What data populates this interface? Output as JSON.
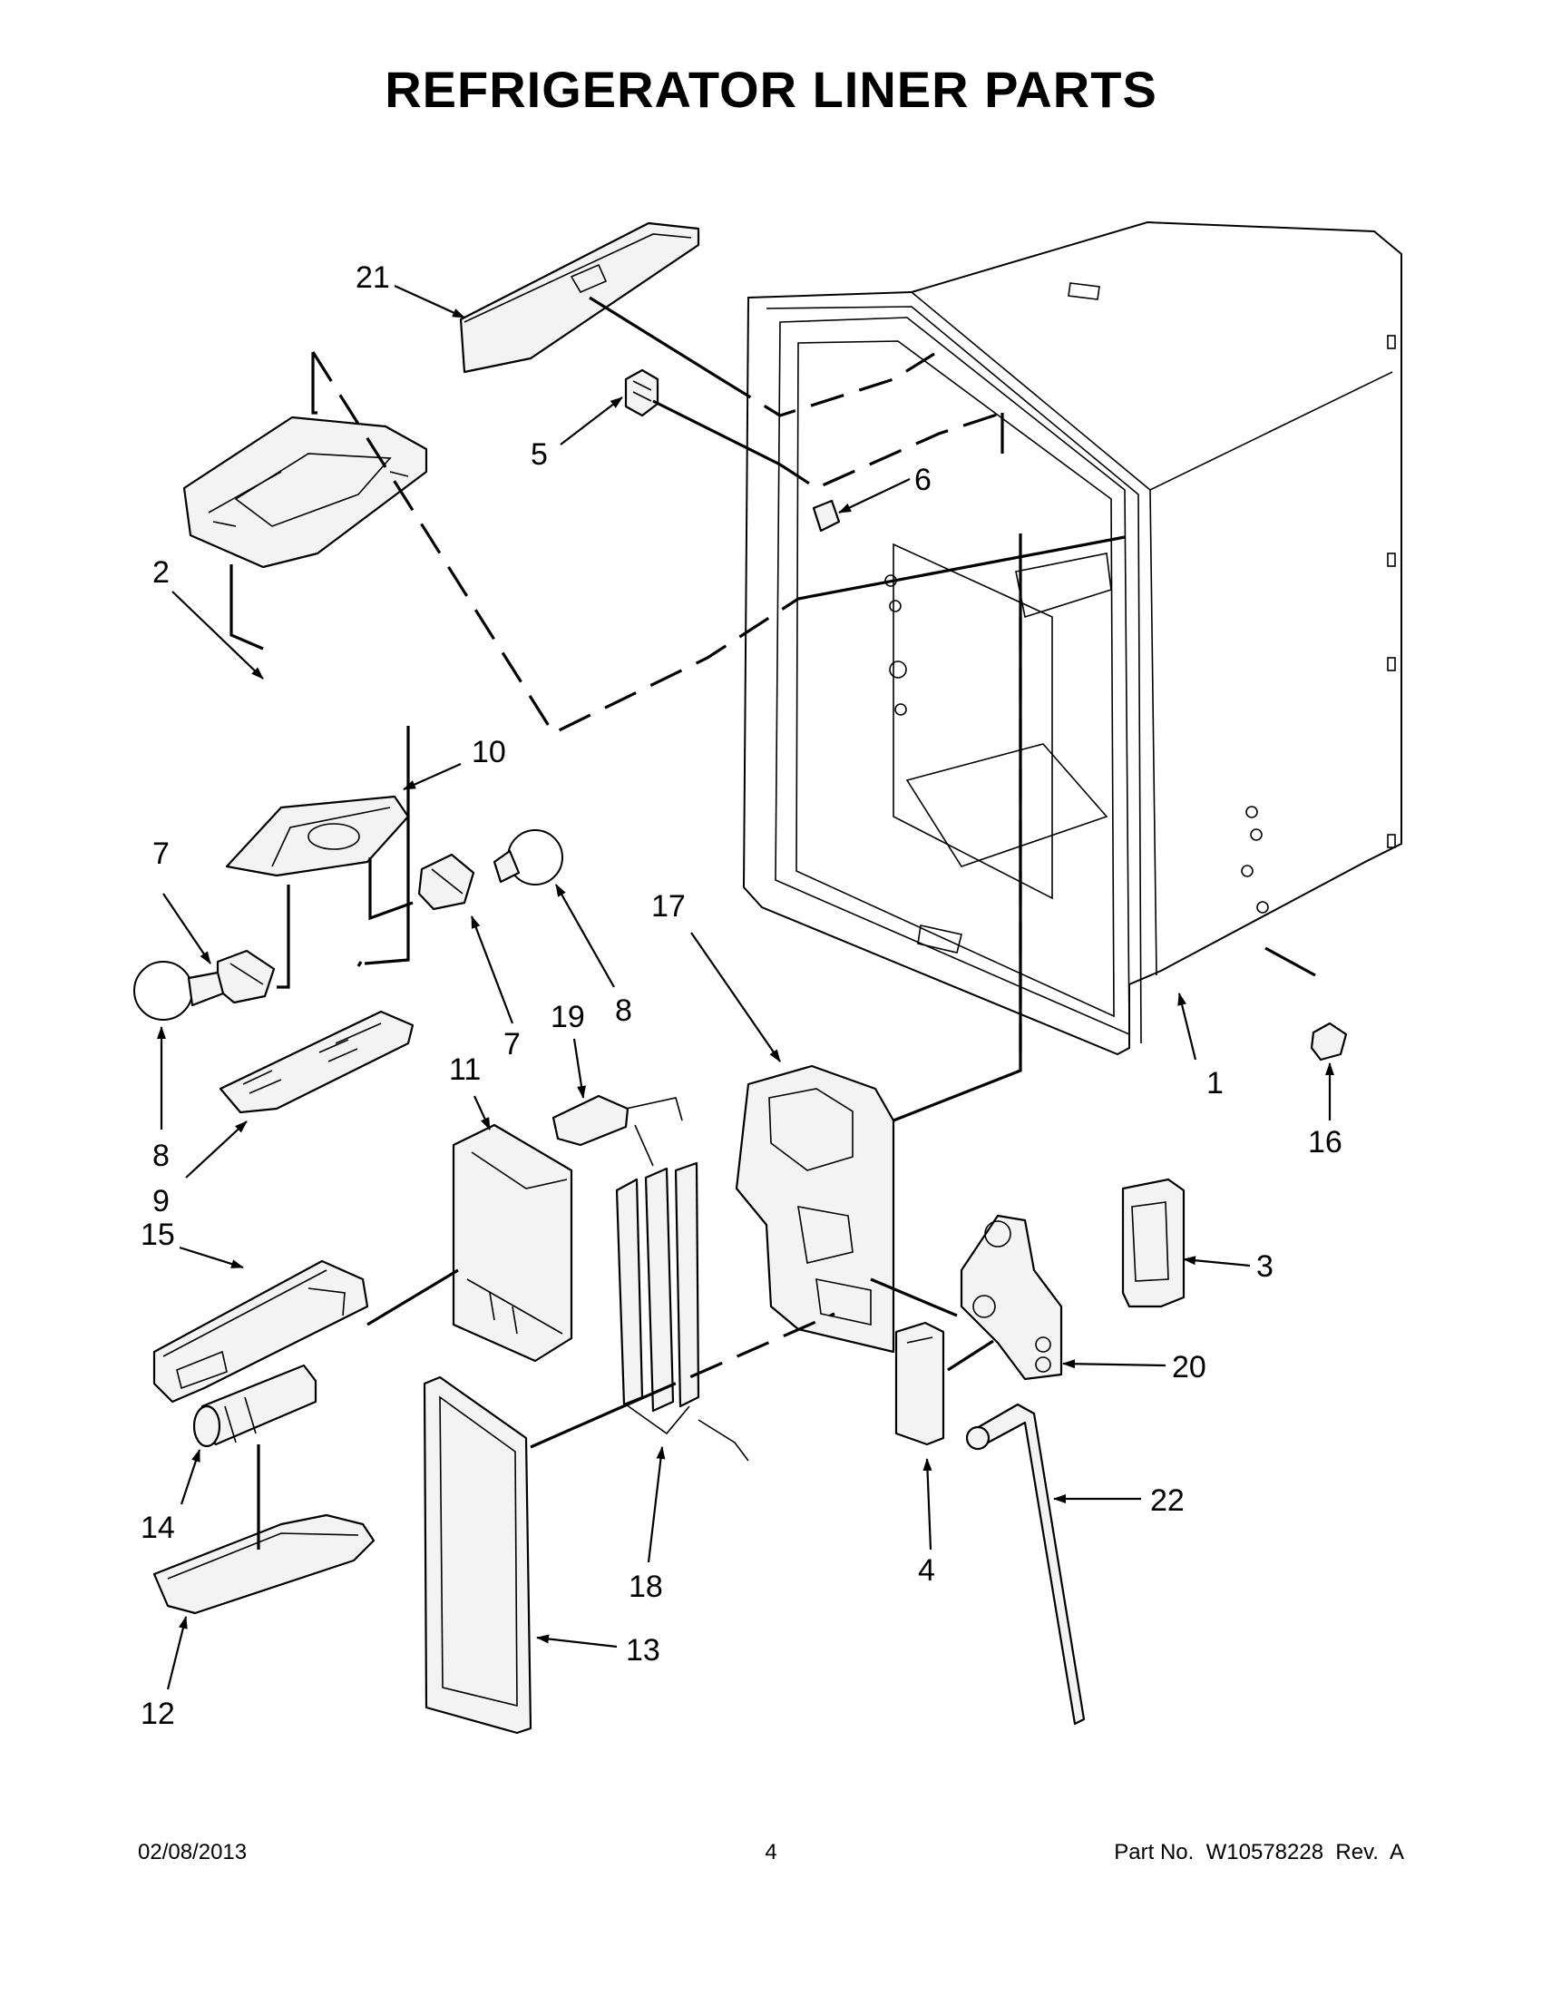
{
  "title": "REFRIGERATOR LINER PARTS",
  "footer": {
    "date": "02/08/2013",
    "page": "4",
    "part_number": "Part No.  W10578228  Rev.  A"
  },
  "callouts": [
    {
      "id": "c1",
      "label": "1"
    },
    {
      "id": "c2",
      "label": "2"
    },
    {
      "id": "c3",
      "label": "3"
    },
    {
      "id": "c4",
      "label": "4"
    },
    {
      "id": "c5",
      "label": "5"
    },
    {
      "id": "c6",
      "label": "6"
    },
    {
      "id": "c7a",
      "label": "7"
    },
    {
      "id": "c7b",
      "label": "7"
    },
    {
      "id": "c8a",
      "label": "8"
    },
    {
      "id": "c8b",
      "label": "8"
    },
    {
      "id": "c9",
      "label": "9"
    },
    {
      "id": "c10",
      "label": "10"
    },
    {
      "id": "c11",
      "label": "11"
    },
    {
      "id": "c12",
      "label": "12"
    },
    {
      "id": "c13",
      "label": "13"
    },
    {
      "id": "c14",
      "label": "14"
    },
    {
      "id": "c15",
      "label": "15"
    },
    {
      "id": "c16",
      "label": "16"
    },
    {
      "id": "c17",
      "label": "17"
    },
    {
      "id": "c18",
      "label": "18"
    },
    {
      "id": "c19",
      "label": "19"
    },
    {
      "id": "c20",
      "label": "20"
    },
    {
      "id": "c21",
      "label": "21"
    },
    {
      "id": "c22",
      "label": "22"
    }
  ]
}
